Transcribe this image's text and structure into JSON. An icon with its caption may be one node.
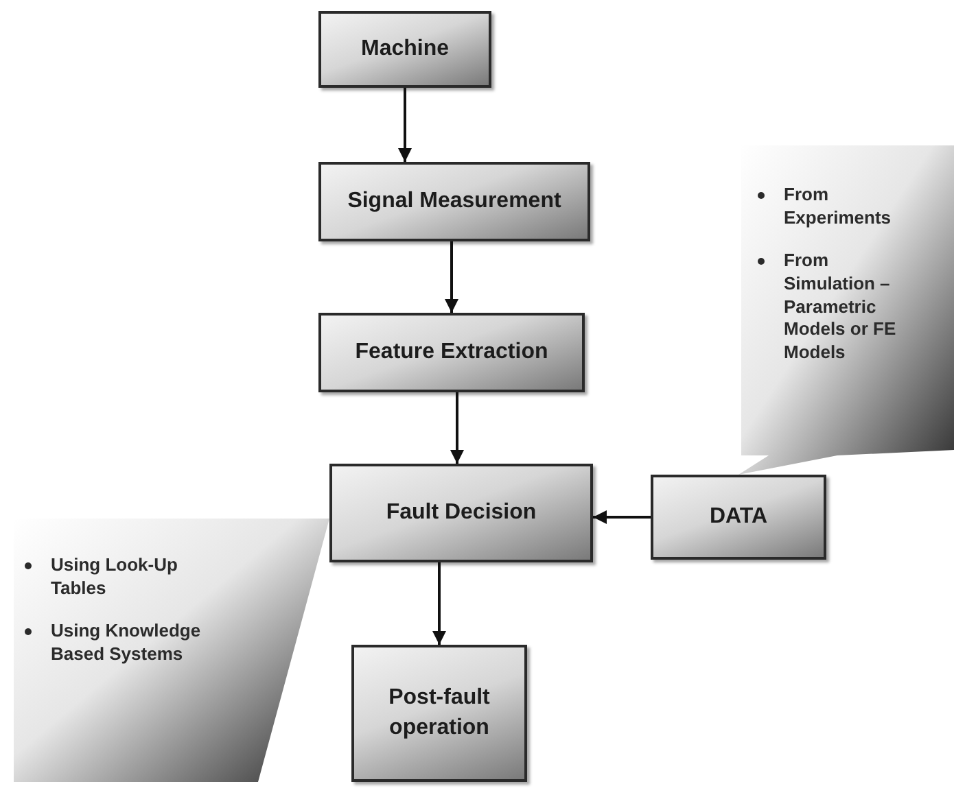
{
  "diagram": {
    "nodes": [
      {
        "text": [
          "Machine"
        ]
      },
      {
        "text": [
          "Signal Measurement"
        ]
      },
      {
        "text": [
          "Feature Extraction"
        ]
      },
      {
        "text": [
          "From Experiments",
          "From Simulation – Parametric Models or FE Models"
        ]
      },
      {
        "text": [
          "Fault Decision"
        ]
      },
      {
        "text": [
          "DATA"
        ]
      },
      {
        "text": [
          "Using Look-Up Tables",
          "Using Knowledge Based Systems"
        ]
      },
      {
        "text": [
          "Post-fault operation"
        ]
      }
    ],
    "edges": [
      {
        "from": 0,
        "to": 1,
        "arrow": "to"
      },
      {
        "from": 1,
        "to": 2,
        "arrow": "to"
      },
      {
        "from": 2,
        "to": 4,
        "arrow": "to"
      },
      {
        "from": 5,
        "to": 4,
        "arrow": "to"
      },
      {
        "from": 4,
        "to": 7,
        "arrow": "to"
      }
    ]
  }
}
